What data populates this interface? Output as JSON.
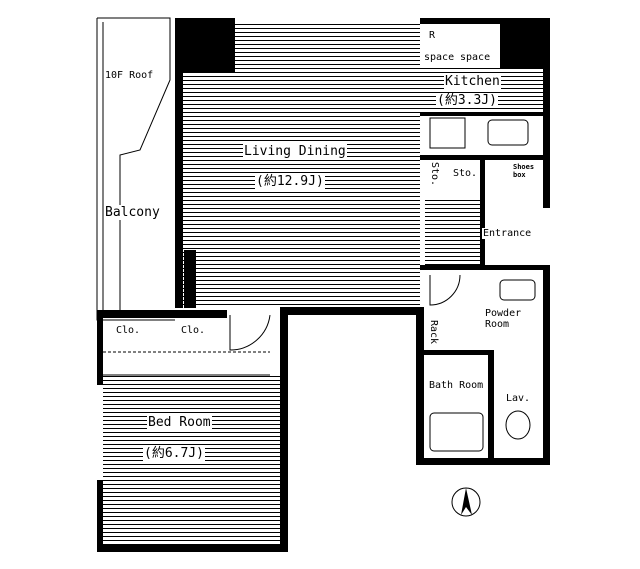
{
  "labels": {
    "roof": "10F Roof",
    "balcony": "Balcony",
    "living": "Living Dining",
    "living_size": "(約12.9J)",
    "fridge": "R",
    "fridge_space": "space",
    "washer_space": "space",
    "kitchen": "Kitchen",
    "kitchen_size": "(約3.3J)",
    "storage1": "Sto.",
    "storage2": "Sto.",
    "shoes_box": "Shoes box",
    "entrance": "Entrance",
    "powder_room": "Powder Room",
    "rack": "Rack",
    "bath_room": "Bath Room",
    "lav": "Lav.",
    "closet1": "Clo.",
    "closet2": "Clo.",
    "bed_room": "Bed Room",
    "bed_size": "(約6.7J)"
  },
  "north_arrow": "north-arrow-icon"
}
